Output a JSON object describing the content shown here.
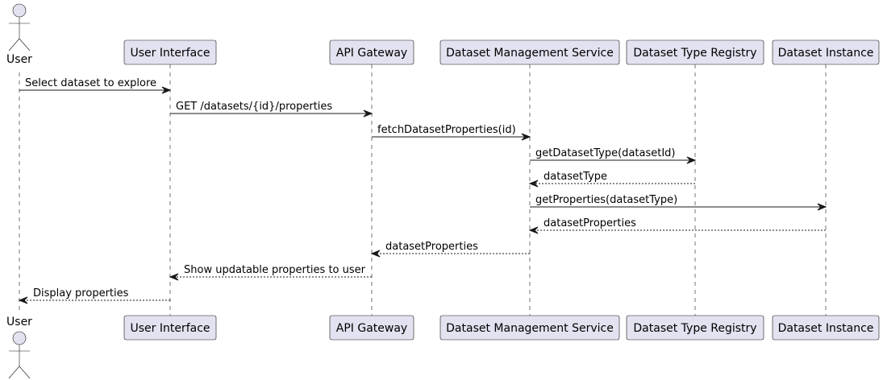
{
  "participants": [
    {
      "id": "user",
      "label": "User",
      "kind": "actor"
    },
    {
      "id": "ui",
      "label": "User Interface",
      "kind": "participant"
    },
    {
      "id": "gw",
      "label": "API Gateway",
      "kind": "participant"
    },
    {
      "id": "dms",
      "label": "Dataset Management Service",
      "kind": "participant"
    },
    {
      "id": "dtr",
      "label": "Dataset Type Registry",
      "kind": "participant"
    },
    {
      "id": "di",
      "label": "Dataset Instance",
      "kind": "participant"
    }
  ],
  "messages": [
    {
      "from": "user",
      "to": "ui",
      "text": "Select dataset to explore",
      "type": "sync"
    },
    {
      "from": "ui",
      "to": "gw",
      "text": "GET /datasets/{id}/properties",
      "type": "sync"
    },
    {
      "from": "gw",
      "to": "dms",
      "text": "fetchDatasetProperties(id)",
      "type": "sync"
    },
    {
      "from": "dms",
      "to": "dtr",
      "text": "getDatasetType(datasetId)",
      "type": "sync"
    },
    {
      "from": "dtr",
      "to": "dms",
      "text": "datasetType",
      "type": "return"
    },
    {
      "from": "dms",
      "to": "di",
      "text": "getProperties(datasetType)",
      "type": "sync"
    },
    {
      "from": "di",
      "to": "dms",
      "text": "datasetProperties",
      "type": "return"
    },
    {
      "from": "dms",
      "to": "gw",
      "text": "datasetProperties",
      "type": "return"
    },
    {
      "from": "gw",
      "to": "ui",
      "text": "Show updatable properties to user",
      "type": "return"
    },
    {
      "from": "ui",
      "to": "user",
      "text": "Display properties",
      "type": "return"
    }
  ],
  "colors": {
    "participant_fill": "#E2E2F0",
    "border": "#181818",
    "text": "#000000"
  }
}
